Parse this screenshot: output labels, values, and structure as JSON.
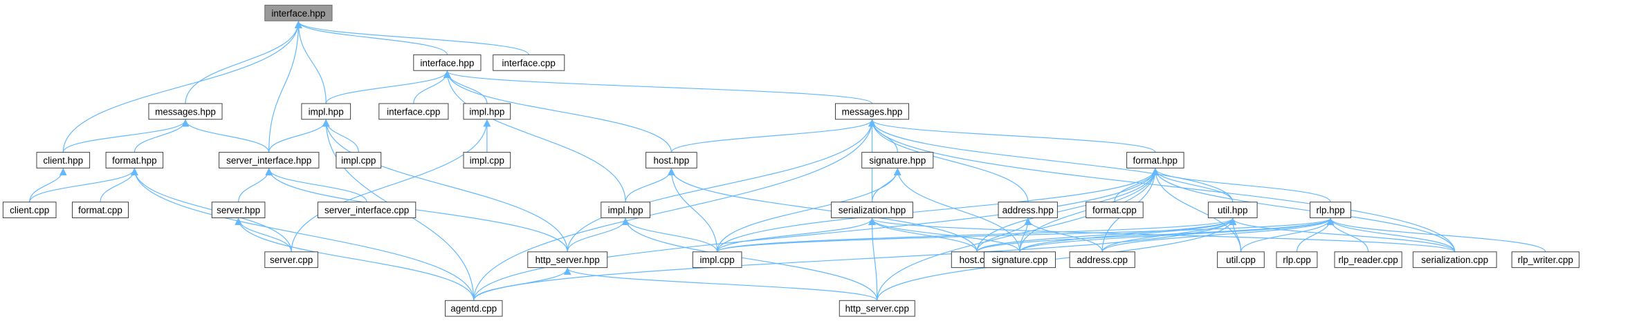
{
  "graph": {
    "nodes": [
      {
        "id": "n0",
        "label": "interface.hpp",
        "root": true
      },
      {
        "id": "n1",
        "label": "interface.hpp"
      },
      {
        "id": "n2",
        "label": "interface.cpp"
      },
      {
        "id": "n3",
        "label": "messages.hpp"
      },
      {
        "id": "n4",
        "label": "impl.hpp"
      },
      {
        "id": "n5",
        "label": "interface.cpp"
      },
      {
        "id": "n6",
        "label": "impl.hpp"
      },
      {
        "id": "n7",
        "label": "messages.hpp"
      },
      {
        "id": "n8",
        "label": "client.hpp"
      },
      {
        "id": "n9",
        "label": "format.hpp"
      },
      {
        "id": "n10",
        "label": "server_interface.hpp"
      },
      {
        "id": "n11",
        "label": "impl.cpp"
      },
      {
        "id": "n12",
        "label": "impl.cpp"
      },
      {
        "id": "n13",
        "label": "host.hpp"
      },
      {
        "id": "n14",
        "label": "signature.hpp"
      },
      {
        "id": "n15",
        "label": "format.hpp"
      },
      {
        "id": "n16",
        "label": "client.cpp"
      },
      {
        "id": "n17",
        "label": "format.cpp"
      },
      {
        "id": "n18",
        "label": "server.hpp"
      },
      {
        "id": "n19",
        "label": "server_interface.cpp"
      },
      {
        "id": "n20",
        "label": "impl.hpp"
      },
      {
        "id": "n21",
        "label": "serialization.hpp"
      },
      {
        "id": "n22",
        "label": "address.hpp"
      },
      {
        "id": "n23",
        "label": "format.cpp"
      },
      {
        "id": "n24",
        "label": "util.hpp"
      },
      {
        "id": "n25",
        "label": "rlp.hpp"
      },
      {
        "id": "n26",
        "label": "server.cpp"
      },
      {
        "id": "n27",
        "label": "http_server.hpp"
      },
      {
        "id": "n28",
        "label": "impl.cpp"
      },
      {
        "id": "n29",
        "label": "host.cpp"
      },
      {
        "id": "n30",
        "label": "signature.cpp"
      },
      {
        "id": "n31",
        "label": "address.cpp"
      },
      {
        "id": "n32",
        "label": "util.cpp"
      },
      {
        "id": "n33",
        "label": "rlp.cpp"
      },
      {
        "id": "n34",
        "label": "rlp_reader.cpp"
      },
      {
        "id": "n35",
        "label": "serialization.cpp"
      },
      {
        "id": "n36",
        "label": "rlp_writer.cpp"
      },
      {
        "id": "n37",
        "label": "agentd.cpp"
      },
      {
        "id": "n38",
        "label": "http_server.cpp"
      }
    ],
    "edges": [
      [
        "n1",
        "n0"
      ],
      [
        "n2",
        "n0"
      ],
      [
        "n3",
        "n0"
      ],
      [
        "n4",
        "n0"
      ],
      [
        "n8",
        "n0"
      ],
      [
        "n10",
        "n0"
      ],
      [
        "n4",
        "n1"
      ],
      [
        "n5",
        "n1"
      ],
      [
        "n6",
        "n1"
      ],
      [
        "n7",
        "n1"
      ],
      [
        "n13",
        "n1"
      ],
      [
        "n20",
        "n1"
      ],
      [
        "n8",
        "n3"
      ],
      [
        "n9",
        "n3"
      ],
      [
        "n10",
        "n3"
      ],
      [
        "n10",
        "n4"
      ],
      [
        "n11",
        "n4"
      ],
      [
        "n27",
        "n4"
      ],
      [
        "n37",
        "n4"
      ],
      [
        "n12",
        "n6"
      ],
      [
        "n26",
        "n6"
      ],
      [
        "n13",
        "n7"
      ],
      [
        "n14",
        "n7"
      ],
      [
        "n15",
        "n7"
      ],
      [
        "n21",
        "n7"
      ],
      [
        "n22",
        "n7"
      ],
      [
        "n24",
        "n7"
      ],
      [
        "n27",
        "n7"
      ],
      [
        "n35",
        "n7"
      ],
      [
        "n37",
        "n7"
      ],
      [
        "n16",
        "n8"
      ],
      [
        "n16",
        "n9"
      ],
      [
        "n17",
        "n9"
      ],
      [
        "n26",
        "n9"
      ],
      [
        "n37",
        "n9"
      ],
      [
        "n18",
        "n10"
      ],
      [
        "n19",
        "n10"
      ],
      [
        "n27",
        "n10"
      ],
      [
        "n26",
        "n18"
      ],
      [
        "n37",
        "n18"
      ],
      [
        "n20",
        "n13"
      ],
      [
        "n28",
        "n13"
      ],
      [
        "n29",
        "n13"
      ],
      [
        "n21",
        "n14"
      ],
      [
        "n28",
        "n14"
      ],
      [
        "n30",
        "n14"
      ],
      [
        "n23",
        "n15"
      ],
      [
        "n24",
        "n15"
      ],
      [
        "n25",
        "n15"
      ],
      [
        "n28",
        "n15"
      ],
      [
        "n29",
        "n15"
      ],
      [
        "n30",
        "n15"
      ],
      [
        "n31",
        "n15"
      ],
      [
        "n32",
        "n15"
      ],
      [
        "n35",
        "n15"
      ],
      [
        "n37",
        "n15"
      ],
      [
        "n38",
        "n15"
      ],
      [
        "n27",
        "n20"
      ],
      [
        "n28",
        "n20"
      ],
      [
        "n38",
        "n20"
      ],
      [
        "n28",
        "n21"
      ],
      [
        "n29",
        "n21"
      ],
      [
        "n30",
        "n21"
      ],
      [
        "n35",
        "n21"
      ],
      [
        "n38",
        "n21"
      ],
      [
        "n29",
        "n22"
      ],
      [
        "n30",
        "n22"
      ],
      [
        "n31",
        "n22"
      ],
      [
        "n28",
        "n24"
      ],
      [
        "n29",
        "n24"
      ],
      [
        "n30",
        "n24"
      ],
      [
        "n31",
        "n24"
      ],
      [
        "n32",
        "n24"
      ],
      [
        "n35",
        "n24"
      ],
      [
        "n37",
        "n24"
      ],
      [
        "n38",
        "n24"
      ],
      [
        "n28",
        "n25"
      ],
      [
        "n29",
        "n25"
      ],
      [
        "n30",
        "n25"
      ],
      [
        "n31",
        "n25"
      ],
      [
        "n32",
        "n25"
      ],
      [
        "n33",
        "n25"
      ],
      [
        "n34",
        "n25"
      ],
      [
        "n35",
        "n25"
      ],
      [
        "n36",
        "n25"
      ],
      [
        "n37",
        "n27"
      ],
      [
        "n38",
        "n27"
      ]
    ]
  }
}
